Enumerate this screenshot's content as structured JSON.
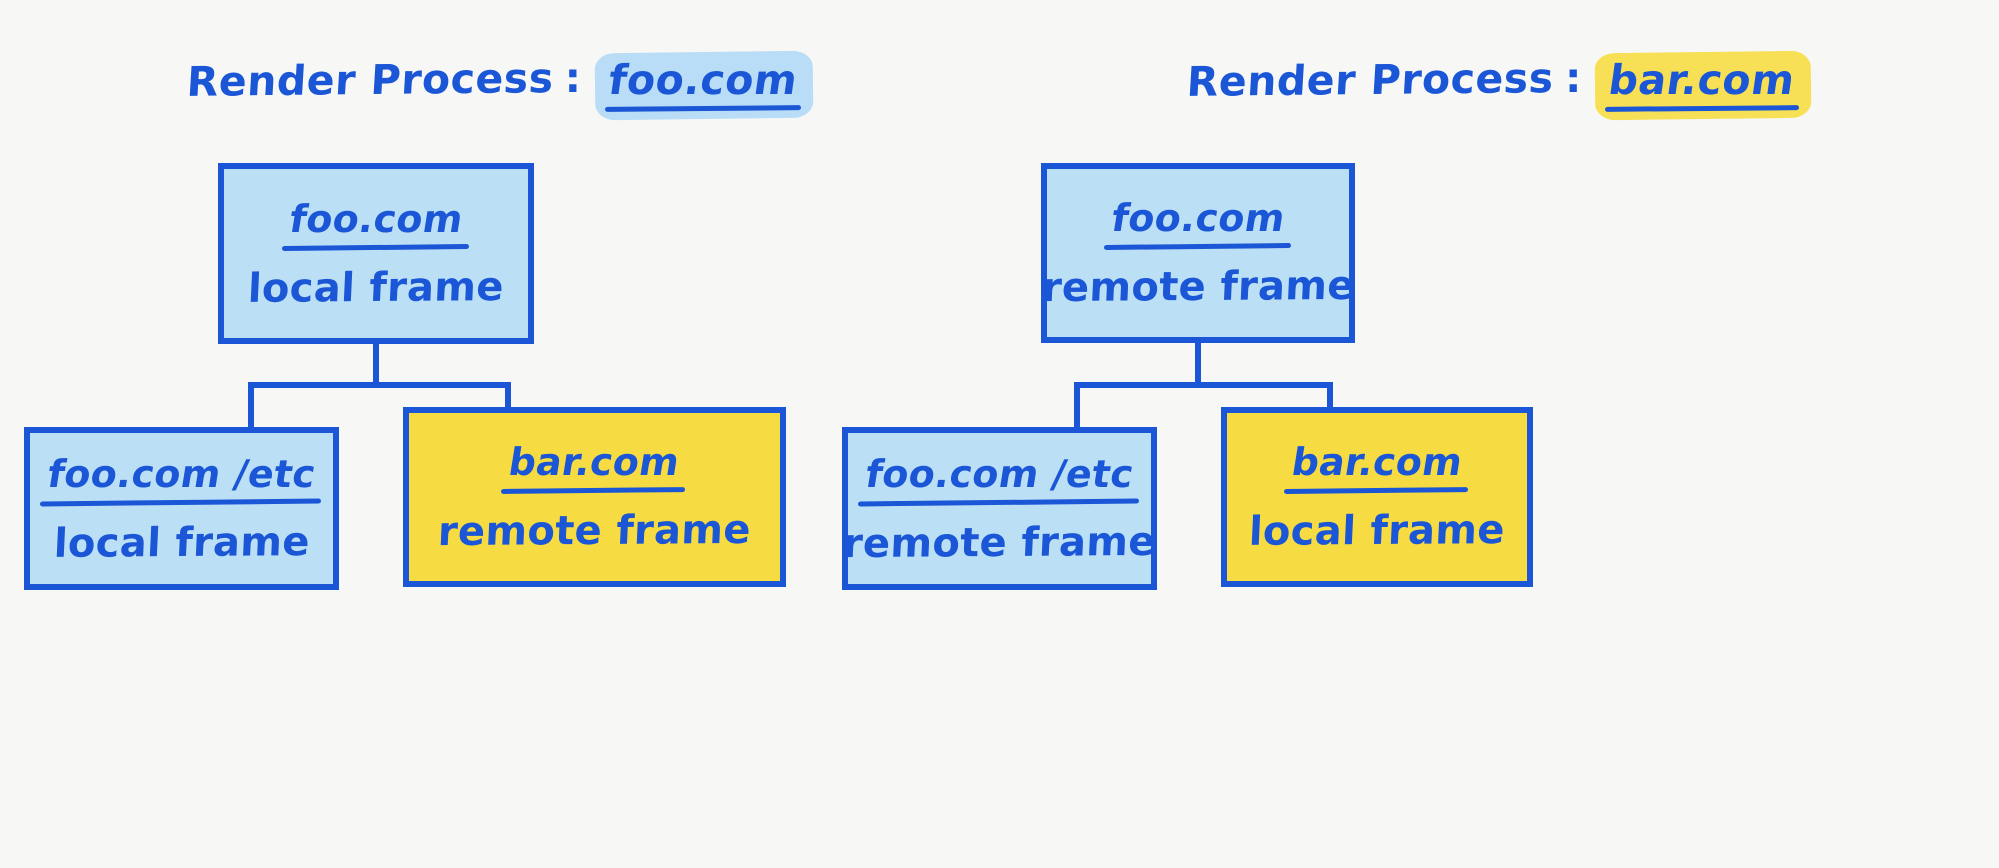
{
  "colors": {
    "background": "#f7f7f6",
    "stroke_blue": "#1a56d6",
    "fill_light_blue": "#bbdff5",
    "fill_yellow": "#f6dc42",
    "highlight_blue": "#b9ddf6",
    "highlight_yellow": "#f7e055"
  },
  "diagram": {
    "type": "frame-tree",
    "columns": [
      {
        "id": "render-process-foo",
        "title": {
          "label": "Render Process",
          "separator": ":",
          "domain": "foo.com",
          "highlight": "#b9ddf6"
        },
        "root": {
          "domain": "foo.com",
          "kind": "local frame",
          "fill": "light-blue"
        },
        "children": [
          {
            "domain": "foo.com /etc",
            "kind": "local frame",
            "fill": "light-blue"
          },
          {
            "domain": "bar.com",
            "kind": "remote frame",
            "fill": "yellow"
          }
        ]
      },
      {
        "id": "render-process-bar",
        "title": {
          "label": "Render Process",
          "separator": ":",
          "domain": "bar.com",
          "highlight": "#f7e055"
        },
        "root": {
          "domain": "foo.com",
          "kind": "remote frame",
          "fill": "light-blue"
        },
        "children": [
          {
            "domain": "foo.com /etc",
            "kind": "remote frame",
            "fill": "light-blue"
          },
          {
            "domain": "bar.com",
            "kind": "local frame",
            "fill": "yellow"
          }
        ]
      }
    ]
  }
}
